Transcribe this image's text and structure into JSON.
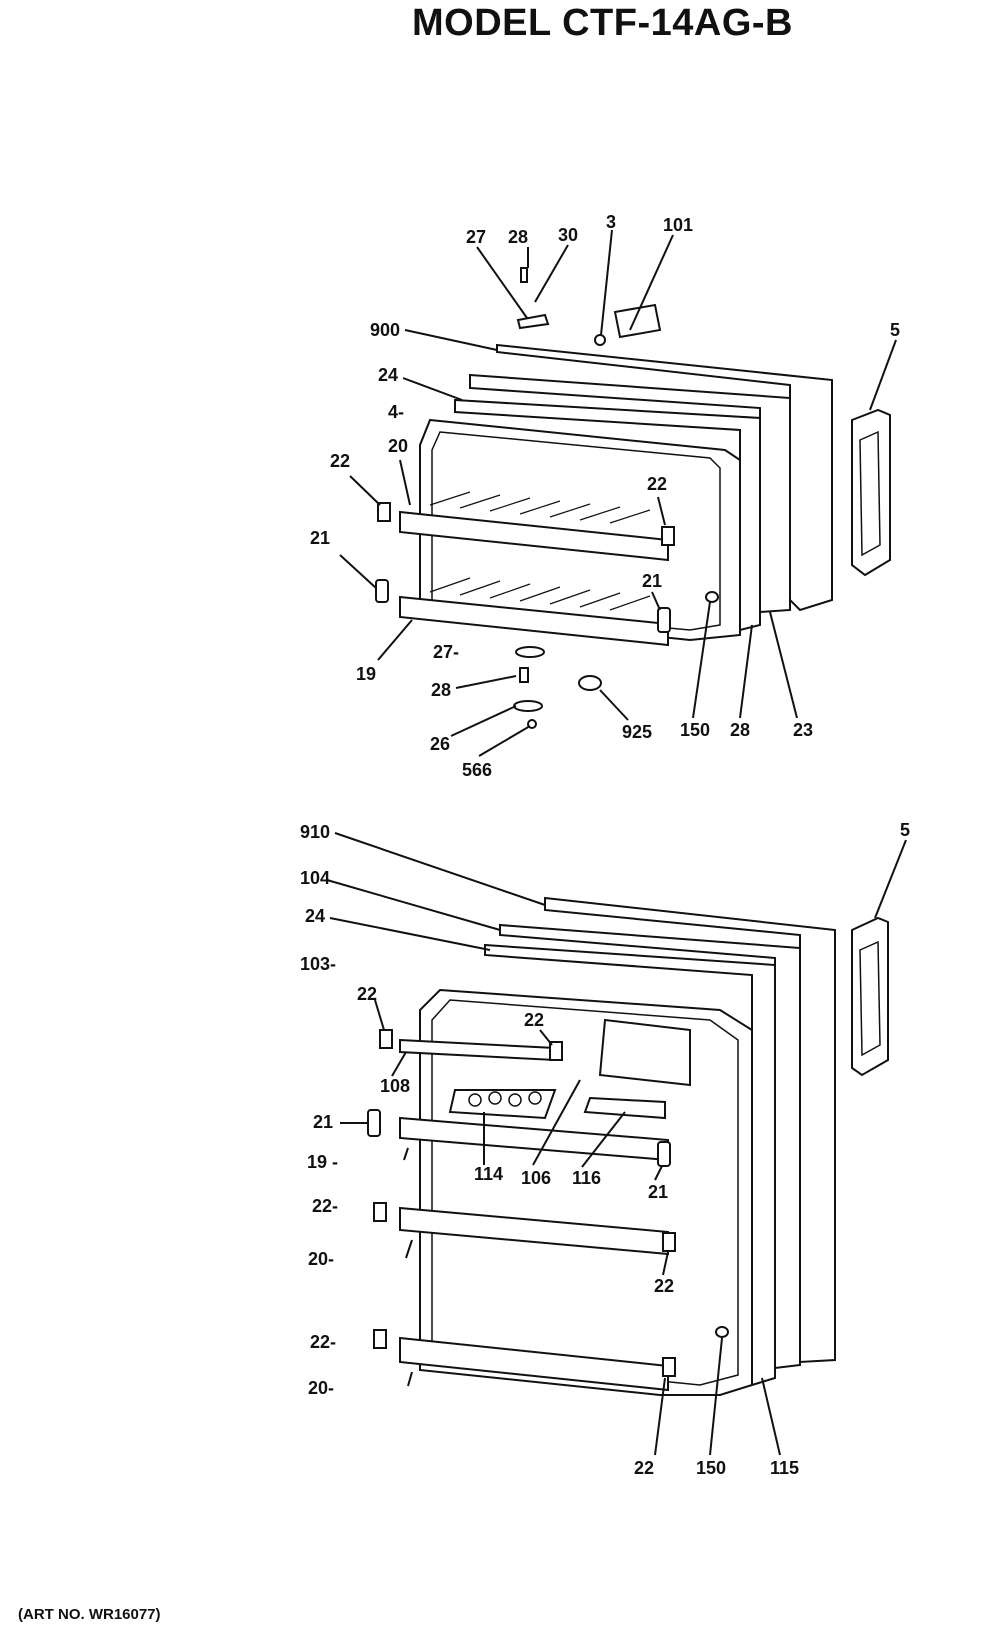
{
  "title": "MODEL CTF-14AG-B",
  "art_number": "(ART NO. WR16077)",
  "freezer_door": {
    "labels": {
      "l27_top": "27",
      "l28_top": "28",
      "l30": "30",
      "l3": "3",
      "l101": "101",
      "l900": "900",
      "l5": "5",
      "l24": "24",
      "l4": "4-",
      "l22_left": "22",
      "l20": "20",
      "l22_right": "22",
      "l21_left": "21",
      "l21_right": "21",
      "l19": "19",
      "l27_mid": "27-",
      "l28_mid": "28",
      "l26": "26",
      "l566": "566",
      "l925": "925",
      "l150": "150",
      "l28_bot": "28",
      "l23": "23"
    }
  },
  "fresh_food_door": {
    "labels": {
      "l910": "910",
      "l5": "5",
      "l104": "104",
      "l24": "24",
      "l103": "103-",
      "l22_a": "22",
      "l22_b": "22",
      "l108": "108",
      "l21_left": "21",
      "l19": "19 -",
      "l114": "114",
      "l106": "106",
      "l116": "116",
      "l21_right": "21",
      "l22_c": "22-",
      "l20_a": "20-",
      "l22_d": "22",
      "l22_e": "22-",
      "l20_b": "20-",
      "l22_bot": "22",
      "l150": "150",
      "l115": "115"
    }
  }
}
